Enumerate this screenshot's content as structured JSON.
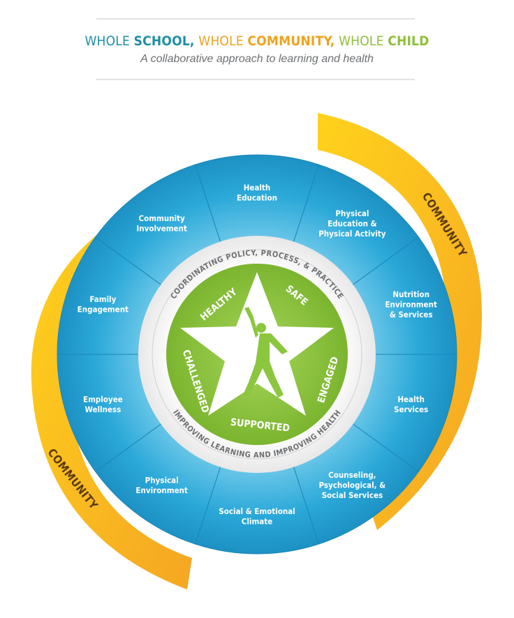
{
  "header": {
    "title_part1_light": "WHOLE ",
    "title_part1_bold": "SCHOOL,",
    "title_part2_light": " WHOLE ",
    "title_part2_bold": "COMMUNITY,",
    "title_part3_light": " WHOLE ",
    "title_part3_bold": "CHILD",
    "subtitle": "A collaborative approach to learning and health"
  },
  "colors": {
    "teal": "#1f8fa8",
    "orange": "#f0a21c",
    "green": "#8fbf3a",
    "blue_segment": "#29a9d6",
    "star_green": "#8cc63f"
  },
  "community_labels": [
    "COMMUNITY",
    "COMMUNITY"
  ],
  "segments": [
    {
      "lines": [
        "Health",
        "Education"
      ]
    },
    {
      "lines": [
        "Physical",
        "Education &",
        "Physical Activity"
      ]
    },
    {
      "lines": [
        "Nutrition",
        "Environment",
        "& Services"
      ]
    },
    {
      "lines": [
        "Health",
        "Services"
      ]
    },
    {
      "lines": [
        "Counseling,",
        "Psychological, &",
        "Social Services"
      ]
    },
    {
      "lines": [
        "Social & Emotional",
        "Climate"
      ]
    },
    {
      "lines": [
        "Physical",
        "Environment"
      ]
    },
    {
      "lines": [
        "Employee",
        "Wellness"
      ]
    },
    {
      "lines": [
        "Family",
        "Engagement"
      ]
    },
    {
      "lines": [
        "Community",
        "Involvement"
      ]
    }
  ],
  "ring_text": {
    "top": "COORDINATING POLICY, PROCESS, & PRACTICE",
    "bottom": "IMPROVING LEARNING AND IMPROVING HEALTH"
  },
  "star_words": [
    "HEALTHY",
    "SAFE",
    "ENGAGED",
    "SUPPORTED",
    "CHALLENGED"
  ]
}
